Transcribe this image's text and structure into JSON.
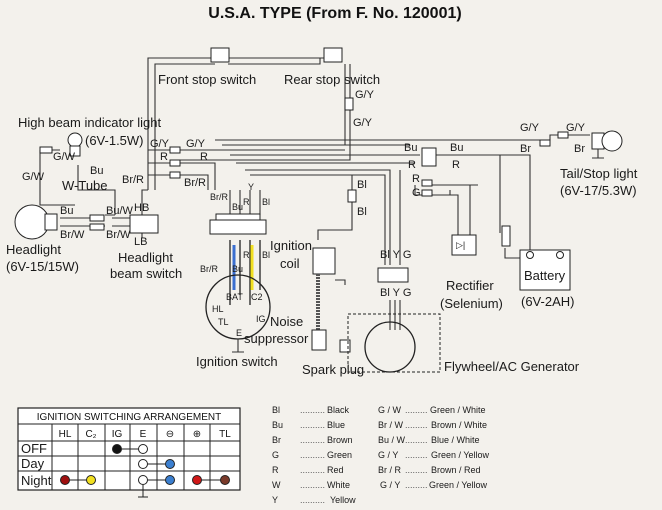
{
  "title": "U.S.A. TYPE (From F. No. 120001)",
  "components": {
    "front_stop_switch": "Front stop switch",
    "rear_stop_switch": "Rear stop switch",
    "high_beam_indicator": "High beam indicator light",
    "high_beam_indicator_rating": "(6V-1.5W)",
    "w_tube": "W-Tube",
    "headlight": "Headlight",
    "headlight_rating": "(6V-15/15W)",
    "beam_switch_line1": "Headlight",
    "beam_switch_line2": "beam switch",
    "hb": "HB",
    "lb": "LB",
    "ignition_coil_line1": "Ignition",
    "ignition_coil_line2": "coil",
    "noise_suppressor_line1": "Noise",
    "noise_suppressor_line2": "suppressor",
    "ignition_switch": "Ignition switch",
    "spark_plug": "Spark plug",
    "flywheel": "Flywheel/AC Generator",
    "rectifier": "Rectifier",
    "rectifier_type": "(Selenium)",
    "battery": "Battery",
    "battery_rating": "(6V-2AH)",
    "tail_light": "Tail/Stop light",
    "tail_light_rating": "(6V-17/5.3W)"
  },
  "wire_labels": {
    "gy": "G/Y",
    "gw": "G/W",
    "r": "R",
    "br_r": "Br/R",
    "bu": "Bu",
    "br": "Br",
    "y": "Y",
    "bl": "Bl",
    "g": "G",
    "bu_w": "Bu/W",
    "br_w": "Br/W",
    "bl_y_g": "Bl Y G",
    "hl": "HL",
    "tl": "TL",
    "e": "E",
    "bat": "BAT",
    "ig": "IG",
    "c2": "C2"
  },
  "switch_table": {
    "title": "IGNITION SWITCHING ARRANGEMENT",
    "columns": [
      "HL",
      "C₂",
      "IG",
      "E",
      "⊖",
      "⊕",
      "TL"
    ],
    "rows": [
      {
        "label": "OFF",
        "connections": [
          [
            "IG",
            "E"
          ]
        ]
      },
      {
        "label": "Day",
        "connections": [
          [
            "E",
            "⊖"
          ]
        ]
      },
      {
        "label": "Night",
        "connections": [
          [
            "HL",
            "C₂"
          ],
          [
            "E",
            "⊖"
          ],
          [
            "⊕",
            "TL"
          ]
        ]
      }
    ],
    "dot_colors": {
      "black": "#111111",
      "white": "#ffffff",
      "blue": "#3b7fd0",
      "red": "#d01818",
      "yellow": "#f2e020",
      "brown": "#7a3a2a",
      "darkred": "#a01010"
    }
  },
  "color_legend": {
    "left": [
      {
        "code": "Bl",
        "name": "Black"
      },
      {
        "code": "Bu",
        "name": "Blue"
      },
      {
        "code": "Br",
        "name": "Brown"
      },
      {
        "code": "G",
        "name": "Green"
      },
      {
        "code": "R",
        "name": "Red"
      },
      {
        "code": "W",
        "name": "White"
      },
      {
        "code": "Y",
        "name": "Yellow"
      }
    ],
    "right": [
      {
        "code": "G / W",
        "name": "Green / White"
      },
      {
        "code": "Br / W",
        "name": "Brown / White"
      },
      {
        "code": "Bu / W",
        "name": "Blue / White"
      },
      {
        "code": "G / Y",
        "name": "Green / Yellow"
      },
      {
        "code": "Br / R",
        "name": "Brown / Red"
      },
      {
        "code": "G / Y",
        "name": "Green / Yellow"
      }
    ]
  }
}
